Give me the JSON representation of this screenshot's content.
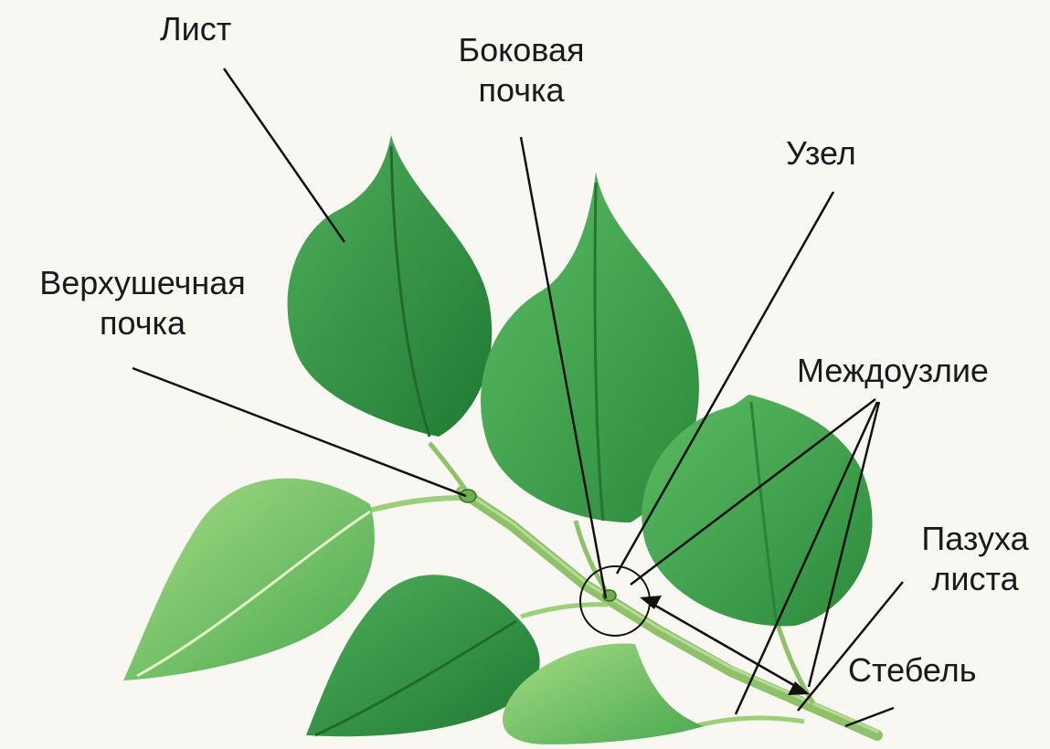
{
  "labels": {
    "leaf": "Лист",
    "lateral_bud": [
      "Боковая",
      "почка"
    ],
    "node": "Узел",
    "apical_bud": [
      "Верхушечная",
      "почка"
    ],
    "internode": "Междоузлие",
    "leaf_axil": [
      "Пазуха",
      "листа"
    ],
    "stem": "Стебель"
  },
  "colors": {
    "background": "#f8f7f2",
    "leaf_dark": "#2e8b3e",
    "leaf_mid": "#3fa34d",
    "leaf_light": "#7cc46a",
    "stem": "#8fc06a",
    "line": "#111111"
  }
}
